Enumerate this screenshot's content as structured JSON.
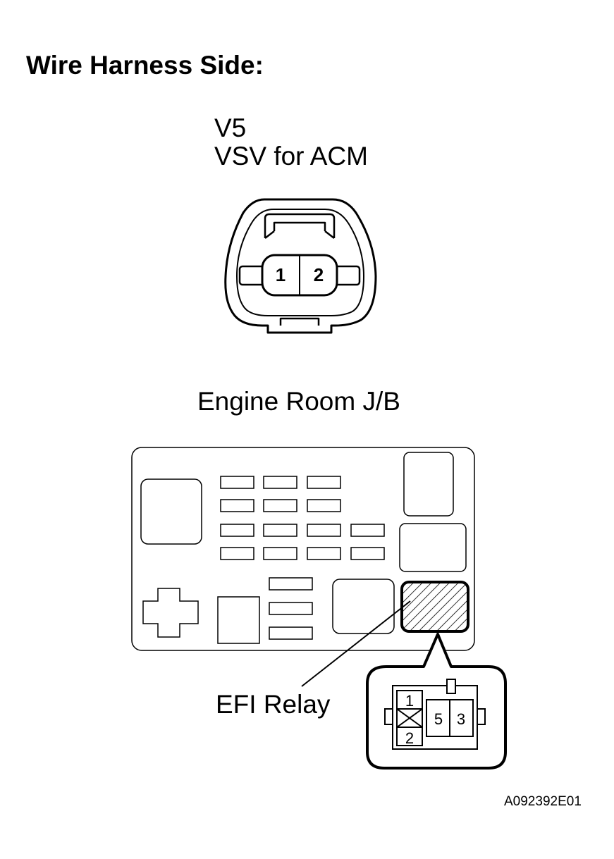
{
  "heading": "Wire Harness Side:",
  "connector": {
    "code": "V5",
    "name": "VSV for ACM",
    "pins": [
      "1",
      "2"
    ]
  },
  "junction_block": {
    "title": "Engine Room J/B"
  },
  "relay": {
    "label": "EFI Relay",
    "pins": [
      "1",
      "2",
      "5",
      "3"
    ]
  },
  "figure_id": "A092392E01",
  "colors": {
    "line": "#000000",
    "fill": "#ffffff",
    "relay_inset_fill": "#d0d0d0"
  }
}
